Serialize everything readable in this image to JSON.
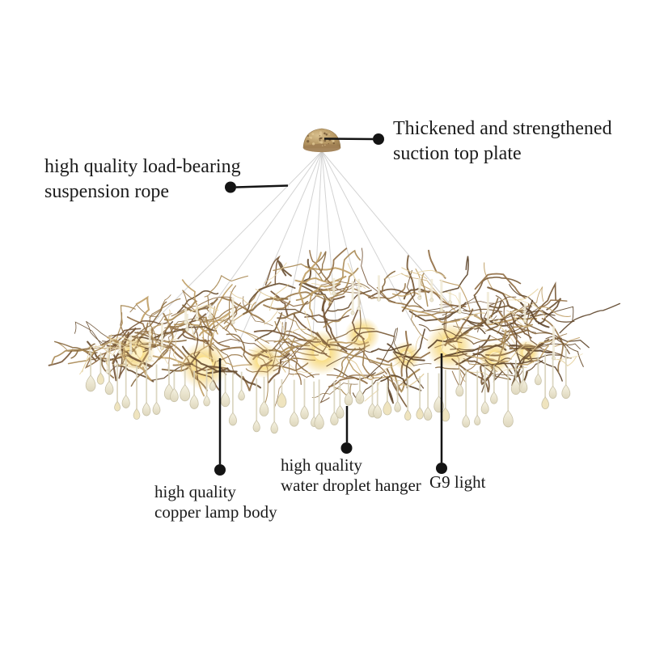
{
  "page": {
    "background": "#ffffff"
  },
  "product": {
    "name": "branch water-droplet crystal chandelier",
    "colors": {
      "brass": "#9c7c4e",
      "brass_dark": "#6e5233",
      "brass_light": "#dcc48f",
      "droplet_fill": "#efe9d4",
      "droplet_edge": "#c6bfa4",
      "glow": "#f7d876",
      "glow_core": "#fff3c9",
      "rope": "#cccccc",
      "canopy": "#b39460",
      "callout": "#141414",
      "text": "#1b1b1b"
    }
  },
  "annotations": {
    "suction_plate": {
      "line1": "Thickened and strengthened",
      "line2": "suction top plate"
    },
    "suspension_rope": {
      "line1": "high quality load-bearing",
      "line2": "suspension rope"
    },
    "copper_body": {
      "line1": "high quality",
      "line2": "copper lamp body"
    },
    "droplet_hanger": {
      "line1": "high quality",
      "line2": "water droplet hanger"
    },
    "g9_light": {
      "line1": "G9 light"
    }
  }
}
